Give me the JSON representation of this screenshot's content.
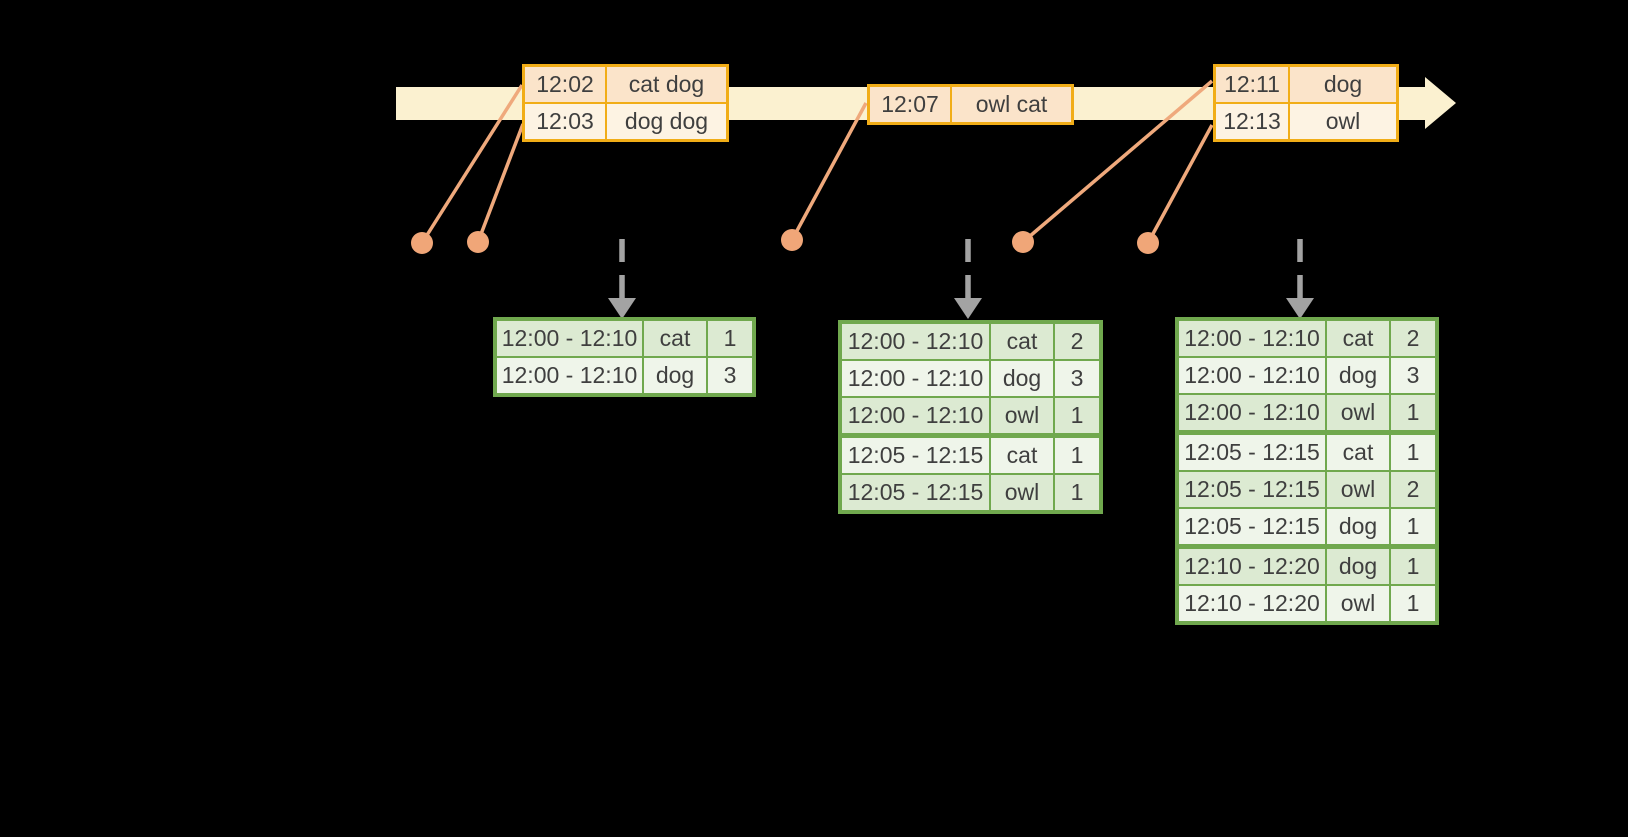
{
  "diagram": {
    "background": "#000000",
    "colors": {
      "timeline_fill": "#fbf1d0",
      "event_box_border": "#f1ad17",
      "event_row_peach": "#fbe4ca",
      "event_row_cream": "#fdf3e3",
      "connector_orange": "#efa97c",
      "result_table_border": "#70a84e",
      "result_row_green": "#dcead2",
      "result_row_light": "#eff5ea",
      "trigger_arrow_gray": "#a3a3a3",
      "text": "#3f3f3f"
    }
  },
  "event_boxes": [
    {
      "rows": [
        {
          "time": "12:02",
          "words": "cat dog"
        },
        {
          "time": "12:03",
          "words": "dog dog"
        }
      ]
    },
    {
      "rows": [
        {
          "time": "12:07",
          "words": "owl cat"
        }
      ]
    },
    {
      "rows": [
        {
          "time": "12:11",
          "words": "dog"
        },
        {
          "time": "12:13",
          "words": "owl"
        }
      ]
    }
  ],
  "result_tables": [
    {
      "rows": [
        {
          "window": "12:00 - 12:10",
          "word": "cat",
          "count": "1"
        },
        {
          "window": "12:00 - 12:10",
          "word": "dog",
          "count": "3"
        }
      ]
    },
    {
      "rows": [
        {
          "window": "12:00 - 12:10",
          "word": "cat",
          "count": "2"
        },
        {
          "window": "12:00 - 12:10",
          "word": "dog",
          "count": "3"
        },
        {
          "window": "12:00 - 12:10",
          "word": "owl",
          "count": "1"
        },
        {
          "window": "12:05 - 12:15",
          "word": "cat",
          "count": "1",
          "group_start": true
        },
        {
          "window": "12:05 - 12:15",
          "word": "owl",
          "count": "1"
        }
      ]
    },
    {
      "rows": [
        {
          "window": "12:00 - 12:10",
          "word": "cat",
          "count": "2"
        },
        {
          "window": "12:00 - 12:10",
          "word": "dog",
          "count": "3"
        },
        {
          "window": "12:00 - 12:10",
          "word": "owl",
          "count": "1"
        },
        {
          "window": "12:05 - 12:15",
          "word": "cat",
          "count": "1",
          "group_start": true
        },
        {
          "window": "12:05 - 12:15",
          "word": "owl",
          "count": "2"
        },
        {
          "window": "12:05 - 12:15",
          "word": "dog",
          "count": "1"
        },
        {
          "window": "12:10 - 12:20",
          "word": "dog",
          "count": "1",
          "group_start": true
        },
        {
          "window": "12:10 - 12:20",
          "word": "owl",
          "count": "1"
        }
      ]
    }
  ]
}
